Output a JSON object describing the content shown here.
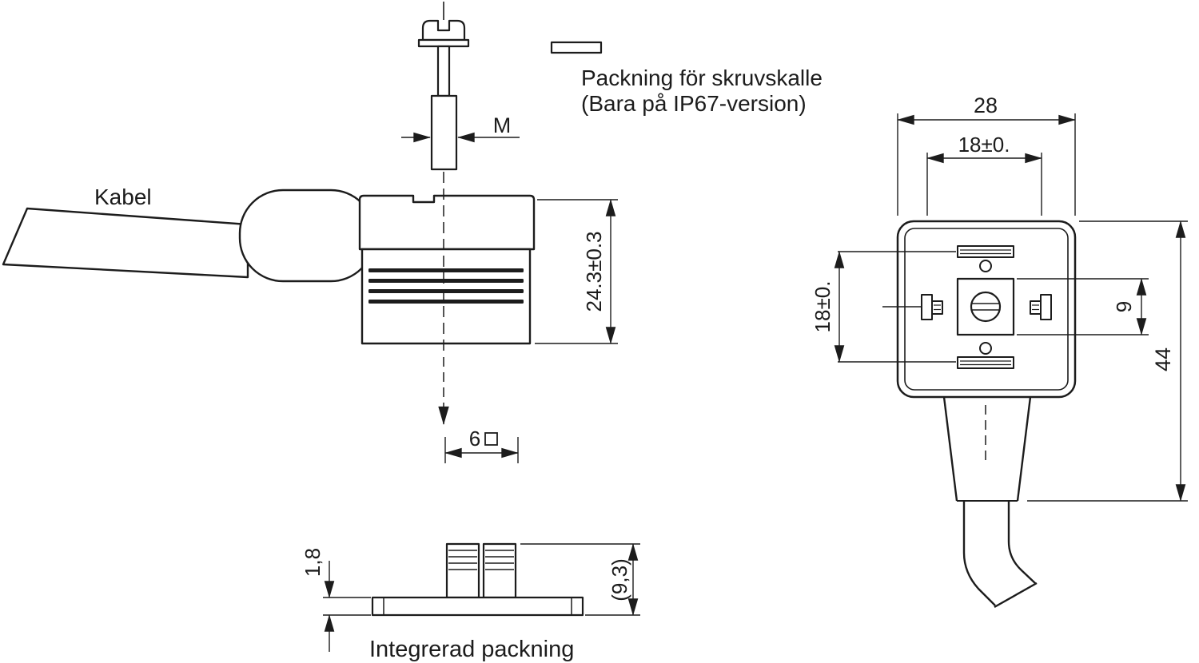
{
  "labels": {
    "cable": "Kabel",
    "screw_gasket_line1": "Packning för skruvskalle",
    "screw_gasket_line2": "(Bara på IP67-version)",
    "integrated_gasket": "Integrerad packning"
  },
  "side_view": {
    "thread": "M",
    "body_height": "24.3±0.3",
    "gasket_width": "6",
    "gasket_plate_thickness": "1,8",
    "gasket_height": "(9,3)"
  },
  "front_view": {
    "width": "28",
    "contact_spacing_top": "18±0.",
    "contact_spacing_left": "18±0.",
    "center_square_size": "9",
    "height": "44"
  },
  "colors": {
    "line": "#1c1c1c",
    "background": "#ffffff"
  }
}
